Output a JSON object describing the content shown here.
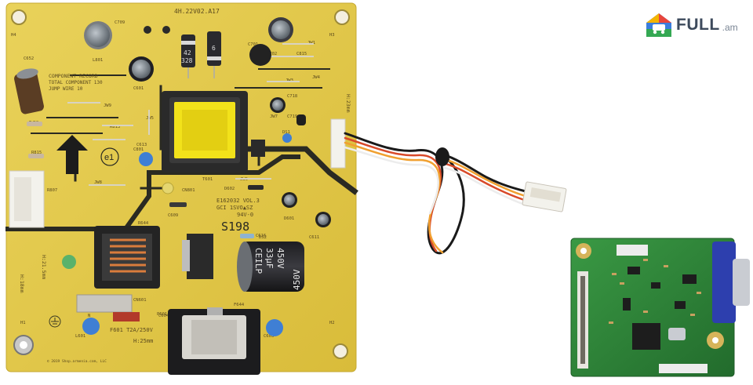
{
  "watermark": {
    "brand": "FULL",
    "domain": ".am",
    "icon": "house-car-icon",
    "colors": {
      "red": "#e8453c",
      "green": "#34a853",
      "blue": "#3b7ddd",
      "yellow": "#f4b400",
      "text": "#3d4a5c"
    }
  },
  "power_board": {
    "color": "#e2c84a",
    "trace_color": "#2a2a22",
    "board_code": "4H.22V02.A17",
    "labels": {
      "component_record": "COMPONENT RECORD",
      "total_component": "TOTAL COMPONENT  130",
      "jump_wire": "JUMP WIRE  10",
      "ul": "E162032 VOL.3",
      "gci": "GCI 1SVO▲SZ",
      "rating": "94V-0",
      "date_code": "S198",
      "fuse": "F601 T2A/250V",
      "h25": "H:25mm",
      "h21": "H:21.5mm",
      "h18": "H:18mm",
      "h23": "H:23mm",
      "e1": "e1",
      "copyright": "© 2019 Shop.armenia.com, LLC"
    },
    "refdes": [
      "H4",
      "H3",
      "H1",
      "H2",
      "C709",
      "C701",
      "C702",
      "C652",
      "L801",
      "C601",
      "C718",
      "C719",
      "C613",
      "T601",
      "D602",
      "JW6",
      "JW8",
      "JW9",
      "JW10",
      "R813",
      "R815",
      "R807",
      "CN801",
      "C609",
      "D601",
      "C611",
      "C616",
      "R644",
      "L601",
      "C603",
      "C604",
      "CN601",
      "C801",
      "C815",
      "JW1",
      "JW3",
      "JW4",
      "JW5",
      "JW7",
      "DS1",
      "DS2",
      "F644",
      "N",
      "P601",
      "CN601"
    ],
    "capacitor": {
      "brand": "CEILP",
      "value": "33µF",
      "voltage": "450V"
    },
    "diode_markings": [
      "42",
      "328",
      "6"
    ]
  },
  "vga_board": {
    "color": "#2f8a3a",
    "connector_color": "#2d3fae"
  }
}
